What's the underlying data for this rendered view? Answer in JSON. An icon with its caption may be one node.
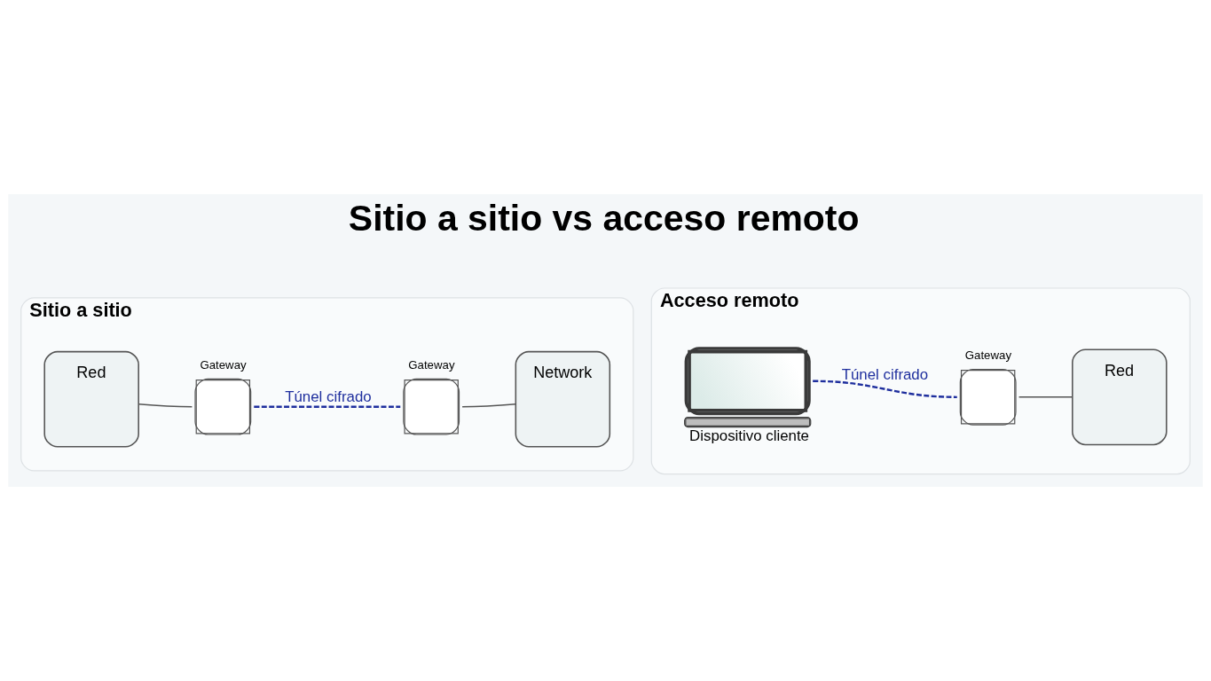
{
  "diagram": {
    "title": "Sitio a sitio vs acceso remoto",
    "nodes": [
      {
        "text": [
          "Sitio a sitio"
        ]
      },
      {
        "text": [
          "Red"
        ],
        "in": 0
      },
      {
        "text": [
          "Gateway"
        ],
        "in": 0
      },
      {
        "text": [
          "Gateway"
        ],
        "in": 0
      },
      {
        "text": [
          "Network"
        ],
        "in": 0
      },
      {
        "text": [
          "Acceso remoto"
        ]
      },
      {
        "text": [
          "Dispositivo cliente"
        ],
        "in": 5
      },
      {
        "text": [
          "Gateway"
        ],
        "in": 5
      },
      {
        "text": [
          "Red"
        ],
        "in": 5
      }
    ],
    "edges": [
      {
        "from": 1,
        "to": 2,
        "arrow": "none"
      },
      {
        "from": 2,
        "to": 3,
        "arrow": "none",
        "label": "Túnel cifrado",
        "style": "dashed",
        "color": "#1f2f9e"
      },
      {
        "from": 3,
        "to": 4,
        "arrow": "none"
      },
      {
        "from": 6,
        "to": 7,
        "arrow": "none",
        "label": "Túnel cifrado",
        "style": "dashed",
        "color": "#1f2f9e"
      },
      {
        "from": 7,
        "to": 8,
        "arrow": "none"
      }
    ]
  }
}
